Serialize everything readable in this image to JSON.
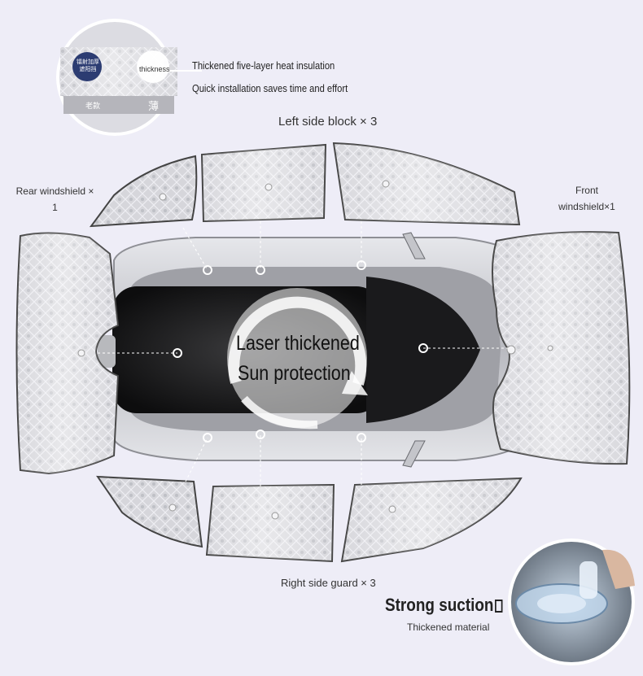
{
  "top_badge": {
    "sticker_text": "镭射加厚\n遮阳挡",
    "thickness_label": "thickness",
    "old_label": "老款",
    "thin_label": "薄"
  },
  "features": {
    "line1": "Thickened five-layer heat insulation",
    "line2": "Quick installation saves time and effort"
  },
  "labels": {
    "left_side_block": "Left side block × 3",
    "rear_windshield_line1": "Rear windshield ×",
    "rear_windshield_line2": "1",
    "front_windshield_line1": "Front",
    "front_windshield_line2": "windshield×1",
    "right_side_guard": "Right side guard × 3"
  },
  "center": {
    "line1": "Laser thickened",
    "line2": "Sun protection"
  },
  "suction": {
    "title": "Strong suction",
    "subtitle": "Thickened material"
  },
  "colors": {
    "background": "#eeedf7",
    "shade_silver": "#d4d4d8",
    "car_body": "#c9cacf",
    "text": "#222222"
  }
}
